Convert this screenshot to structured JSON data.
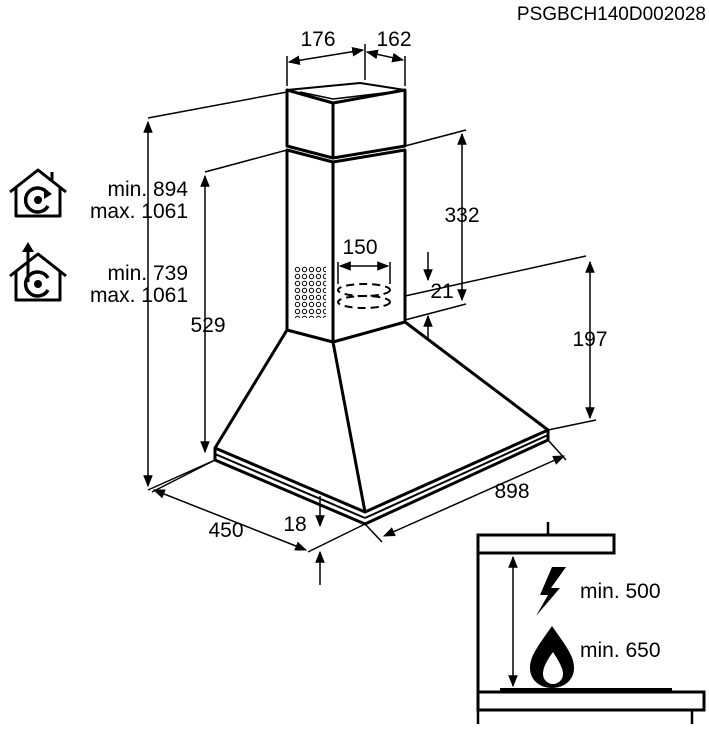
{
  "reference_code": "PSGBCH140D002028",
  "colors": {
    "line": "#000000",
    "background": "#ffffff"
  },
  "dimensions": {
    "chimney_width": "176",
    "chimney_depth": "162",
    "upper_chimney_height": "332",
    "outlet_diameter": "150",
    "outlet_offset": "21",
    "total_height": "529",
    "hood_height": "197",
    "hood_width": "898",
    "hood_depth": "450",
    "hood_rim": "18"
  },
  "installation": {
    "extraction_mode": {
      "icon": "extraction-mode-icon",
      "min": "min. 894",
      "max": "max. 1061"
    },
    "recirculation_mode": {
      "icon": "recirculation-mode-icon",
      "min": "min. 739",
      "max": "max. 1061"
    }
  },
  "clearances": {
    "electric": {
      "icon": "lightning-icon",
      "label": "min. 500"
    },
    "gas": {
      "icon": "flame-icon",
      "label": "min. 650"
    }
  }
}
